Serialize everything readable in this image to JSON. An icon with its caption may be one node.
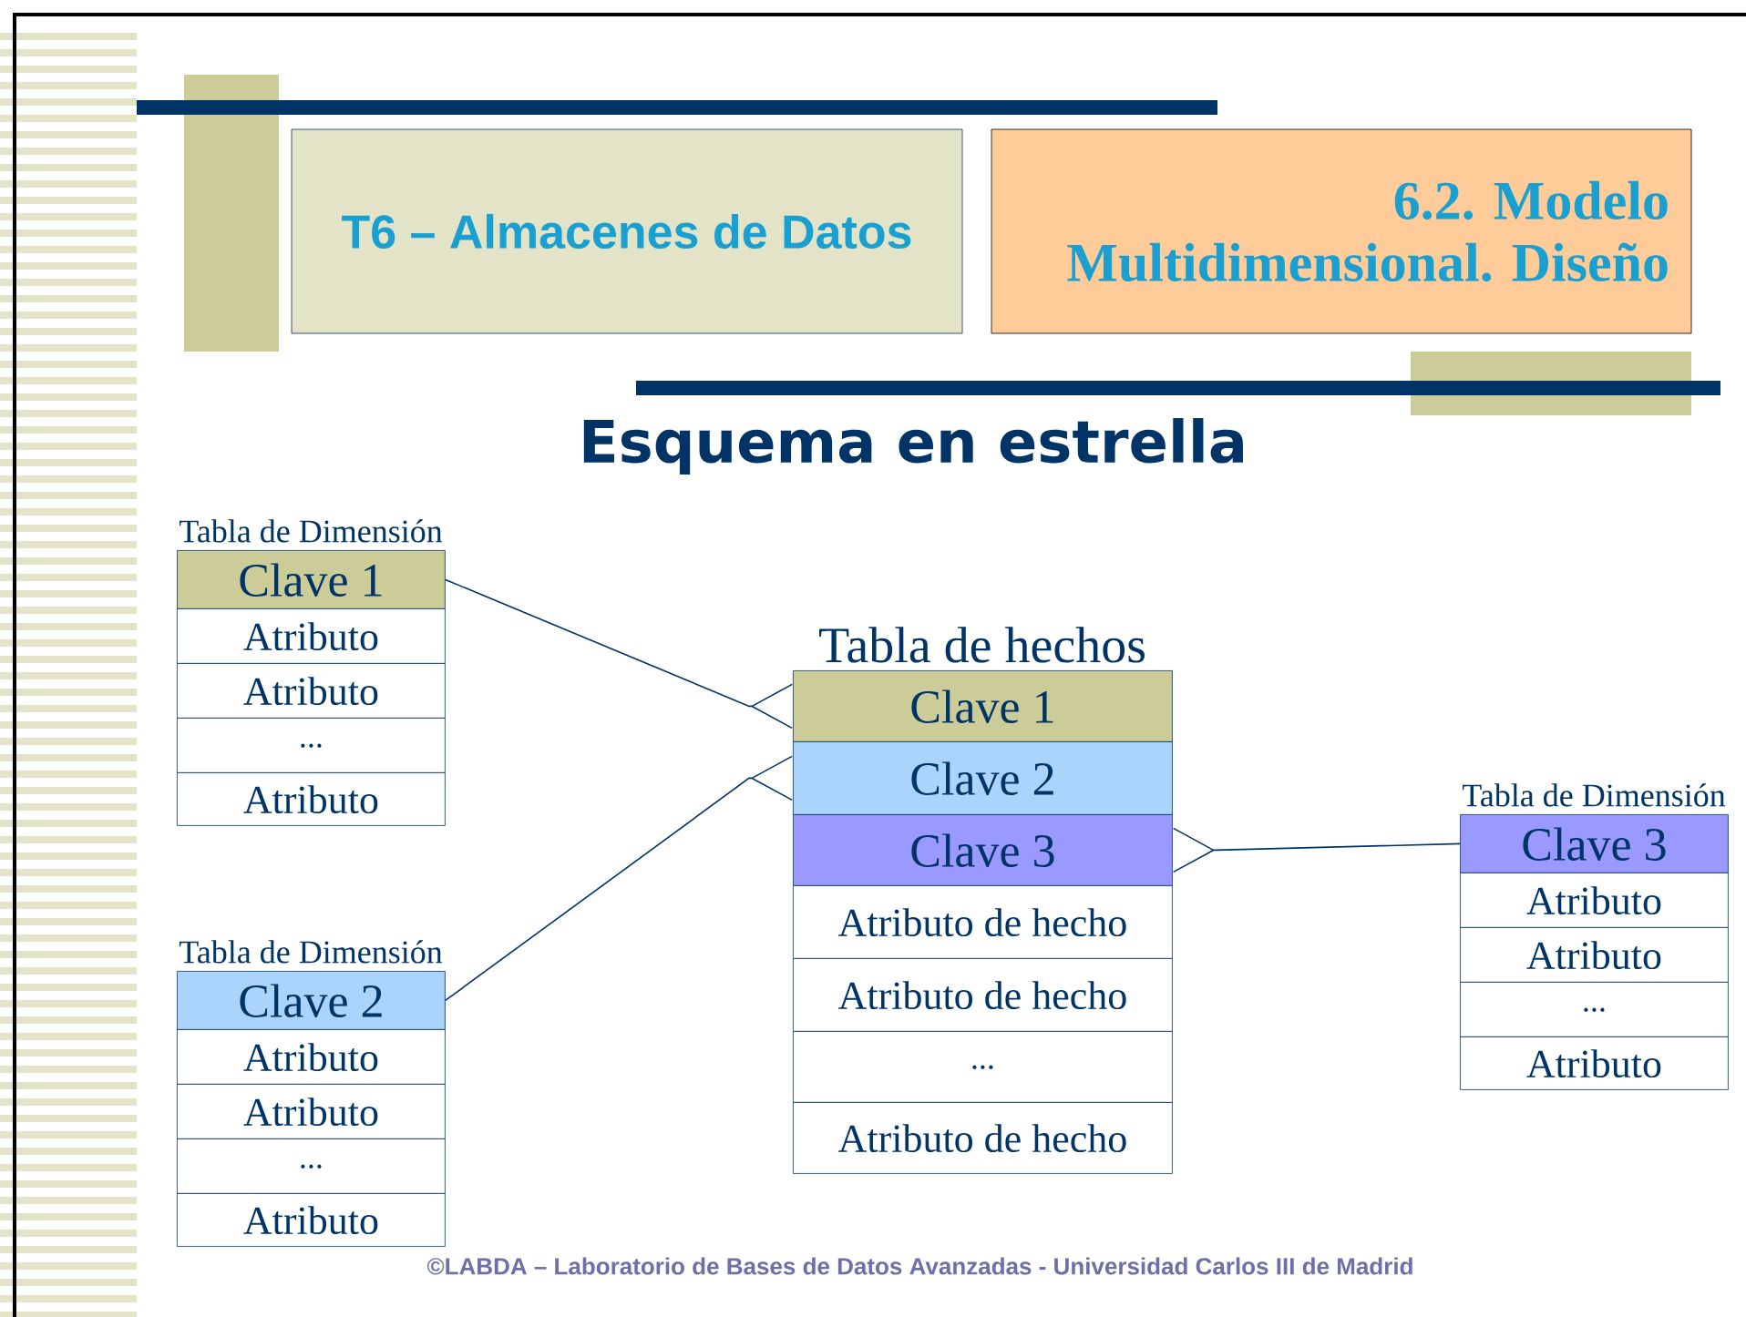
{
  "diagram": {
    "title": "Esquema en estrella",
    "caption": "©LABDA – Laboratorio de Bases de Datos Avanzadas - Universidad Carlos III de Madrid",
    "nodes": [
      {
        "text": [
          "T6 – Almacenes de Datos"
        ]
      },
      {
        "text": [
          "6.2. Modelo Multidimensional. Diseño"
        ]
      },
      {
        "text": [
          "Clave 1"
        ],
        "beside": [
          "Tabla de Dimensión"
        ]
      },
      {
        "text": [
          "Atributo"
        ]
      },
      {
        "text": [
          "Atributo"
        ]
      },
      {
        "text": [
          "..."
        ]
      },
      {
        "text": [
          "Atributo"
        ]
      },
      {
        "text": [
          "Clave 1"
        ],
        "beside": [
          "Tabla de hechos"
        ]
      },
      {
        "text": [
          "Clave 2"
        ]
      },
      {
        "text": [
          "Clave 3"
        ]
      },
      {
        "text": [
          "Atributo de hecho"
        ]
      },
      {
        "text": [
          "Atributo de hecho"
        ]
      },
      {
        "text": [
          "..."
        ]
      },
      {
        "text": [
          "Atributo de hecho"
        ]
      },
      {
        "text": [
          "Clave 3"
        ],
        "beside": [
          "Tabla de Dimensión"
        ]
      },
      {
        "text": [
          "Atributo"
        ]
      },
      {
        "text": [
          "Atributo"
        ]
      },
      {
        "text": [
          "..."
        ]
      },
      {
        "text": [
          "Atributo"
        ]
      },
      {
        "text": [
          "Clave 2"
        ],
        "beside": [
          "Tabla de Dimensión"
        ]
      },
      {
        "text": [
          "Atributo"
        ]
      },
      {
        "text": [
          "Atributo"
        ]
      },
      {
        "text": [
          "..."
        ]
      },
      {
        "text": [
          "Atributo"
        ]
      }
    ],
    "edges": [
      {
        "from": 2,
        "to": 7,
        "arrow": "other"
      },
      {
        "from": 19,
        "to": 8,
        "arrow": "other"
      },
      {
        "from": 14,
        "to": 9,
        "arrow": "other"
      }
    ]
  }
}
